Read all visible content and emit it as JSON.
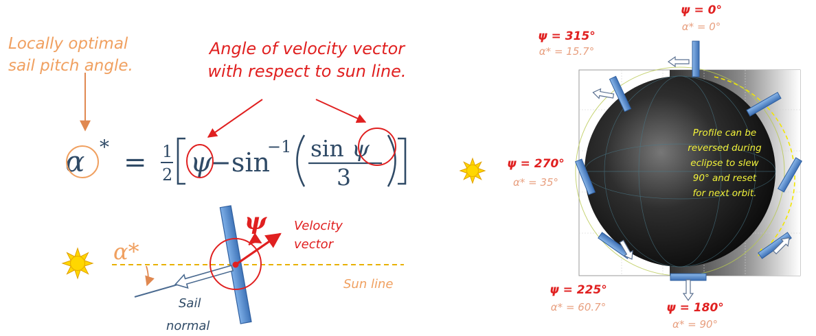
{
  "left": {
    "optimal_label": [
      "Locally optimal",
      "sail pitch angle."
    ],
    "velocity_angle_label": [
      "Angle of velocity vector",
      "with respect to sun line."
    ],
    "equation": {
      "lhs": "α",
      "star": "*",
      "equals": "=",
      "half_num": "1",
      "half_den": "2",
      "psi": "ψ",
      "minus_asin": "−sin",
      "inv": "−1",
      "sin": "sin",
      "den3": "3"
    },
    "sketch": {
      "alpha_star": "α*",
      "psi": "ψ",
      "velocity_label": [
        "Velocity",
        "vector"
      ],
      "sun_line": "Sun line",
      "sail_normal": [
        "Sail",
        "normal"
      ]
    }
  },
  "right": {
    "positions": [
      {
        "psi": "ψ = 0°",
        "alpha": "α* = 0°"
      },
      {
        "psi": "ψ = 315°",
        "alpha": "α* = 15.7°"
      },
      {
        "psi": "ψ = 270°",
        "alpha": "α* = 35°"
      },
      {
        "psi": "ψ = 225°",
        "alpha": "α* = 60.7°"
      },
      {
        "psi": "ψ = 180°",
        "alpha": "α* = 90°"
      }
    ],
    "note": [
      "Profile can be",
      "reversed during",
      "eclipse to slew",
      "90° and reset",
      "for next orbit."
    ]
  },
  "colors": {
    "orange": "#f0a060",
    "red": "#e02020",
    "navy": "#2f4a66",
    "sail": "#5b8fd0",
    "sun": "#ffd700",
    "note": "#f2f23a"
  },
  "icons": [
    "sun-icon",
    "sail-panel-icon",
    "arrow-icon"
  ]
}
